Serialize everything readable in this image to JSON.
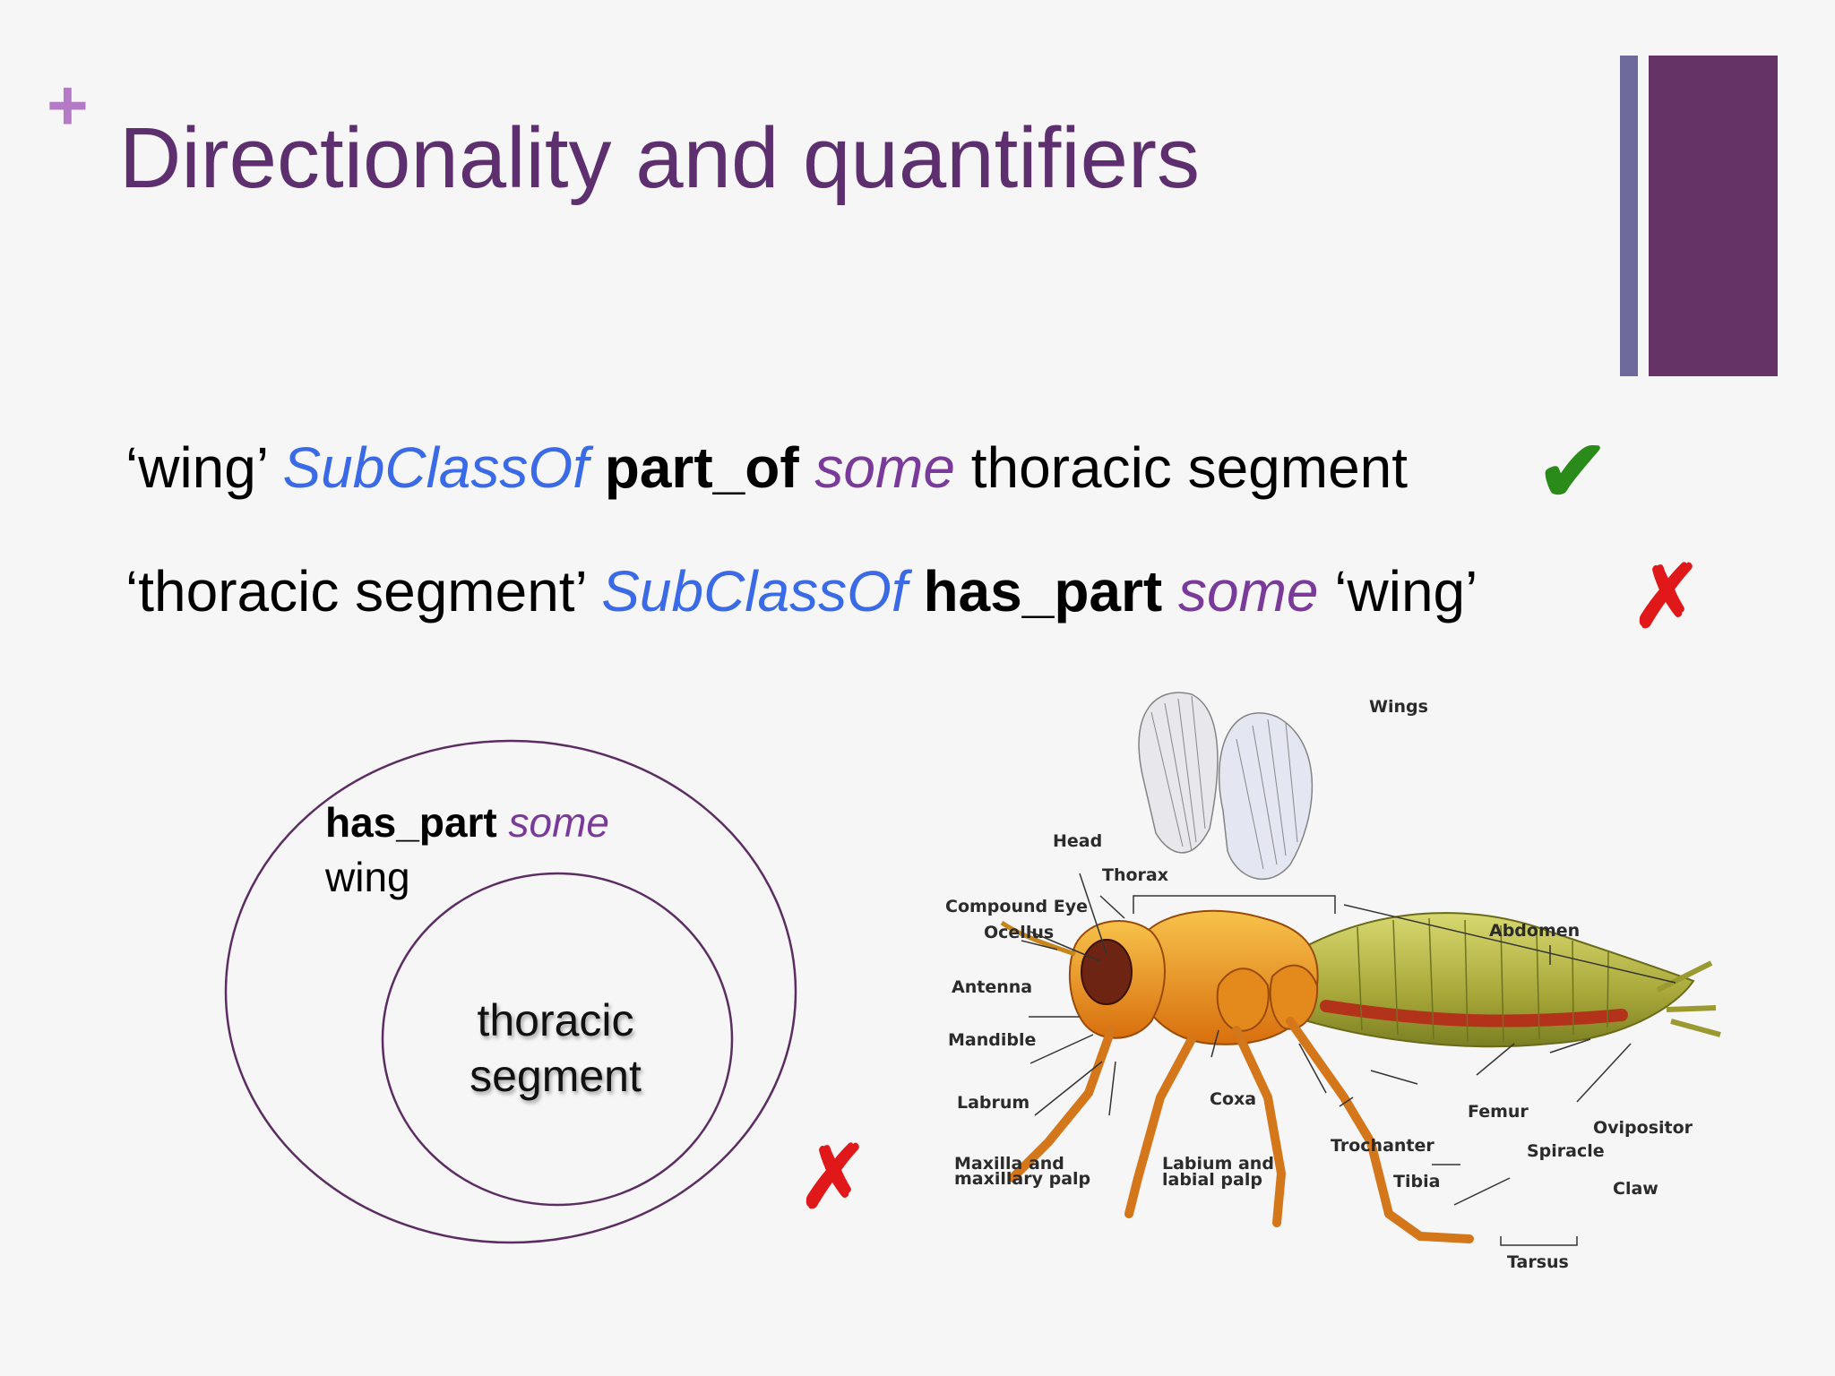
{
  "slide": {
    "plus_glyph": "+",
    "title": "Directionality and quantifiers"
  },
  "statements": [
    {
      "class_name": "‘wing’",
      "subclass_of": "SubClassOf",
      "property": "part_of",
      "quantifier": "some",
      "filler": "thoracic segment",
      "verdict_symbol": "✔",
      "verdict_color": "#2a8a1a"
    },
    {
      "class_name": "‘thoracic segment’",
      "subclass_of": "SubClassOf",
      "property": "has_part",
      "quantifier": "some",
      "filler": "‘wing’",
      "verdict_symbol": "✗",
      "verdict_color": "#e0181a"
    }
  ],
  "venn": {
    "outer_property": "has_part",
    "outer_quantifier": "some",
    "outer_filler": "wing",
    "inner_line1": "thoracic",
    "inner_line2": "segment",
    "verdict_symbol": "✗"
  },
  "insect_diagram": {
    "labels": {
      "wings": "Wings",
      "head": "Head",
      "thorax": "Thorax",
      "compound_eye": "Compound Eye",
      "ocellus": "Ocellus",
      "abdomen": "Abdomen",
      "antenna": "Antenna",
      "mandible": "Mandible",
      "labrum": "Labrum",
      "coxa": "Coxa",
      "femur": "Femur",
      "ovipositor": "Ovipositor",
      "trochanter": "Trochanter",
      "spiracle": "Spiracle",
      "maxilla_line1": "Maxilla and",
      "maxilla_line2": "maxillary palp",
      "labium_line1": "Labium and",
      "labium_line2": "labial palp",
      "tibia": "Tibia",
      "claw": "Claw",
      "tarsus": "Tarsus"
    }
  },
  "colors": {
    "title": "#5e2f6f",
    "accent_plus": "#b57ac6",
    "bar_thin": "#6e6a9c",
    "bar_wide": "#663366",
    "subclassof_blue": "#3a6ae6",
    "quantifier_purple": "#7a3a9a",
    "check_green": "#2a8a1a",
    "cross_red": "#e0181a"
  }
}
